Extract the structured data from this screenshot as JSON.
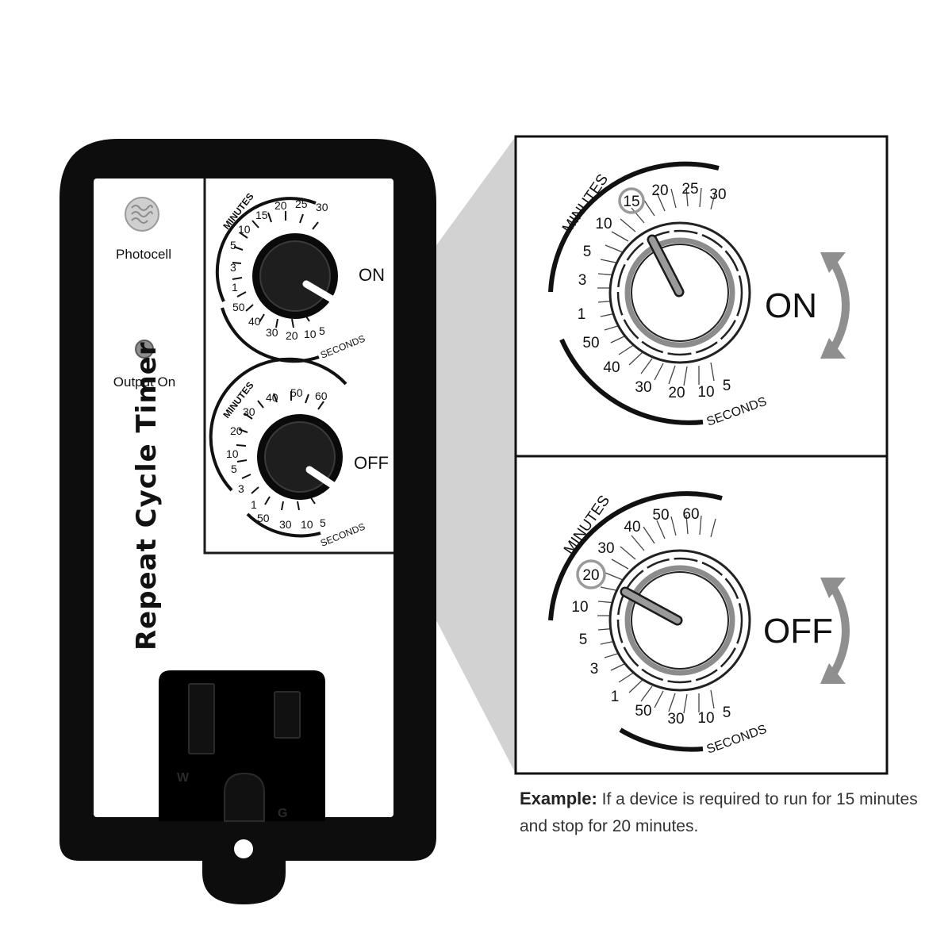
{
  "device": {
    "name": "Repeat Cycle Timer",
    "photocell_label": "Photocell",
    "output_label": "Output On",
    "outlet_labels": {
      "neutral": "W",
      "ground": "G"
    }
  },
  "dials": {
    "on": {
      "label": "ON",
      "minutes_title": "MINUTES",
      "seconds_title": "SECONDS",
      "minute_labels": [
        "1",
        "3",
        "5",
        "10",
        "15",
        "20",
        "25",
        "30"
      ],
      "second_labels": [
        "50",
        "40",
        "30",
        "20",
        "10",
        "5"
      ],
      "selected": "15"
    },
    "off": {
      "label": "OFF",
      "minutes_title": "MINUTES",
      "seconds_title": "SECONDS",
      "minute_labels": [
        "1",
        "3",
        "5",
        "10",
        "20",
        "30",
        "40",
        "50",
        "60"
      ],
      "second_labels": [
        "50",
        "30",
        "10",
        "5"
      ],
      "selected": "20"
    }
  },
  "example": {
    "lead": "Example:",
    "text": " If a device is required to run for 15 minutes and stop for 20 minutes."
  },
  "colors": {
    "device_body": "#0d0d0d",
    "faceplate": "#ffffff",
    "highlight_ring": "#9a9a9a",
    "callout": "#c8c8c8"
  }
}
